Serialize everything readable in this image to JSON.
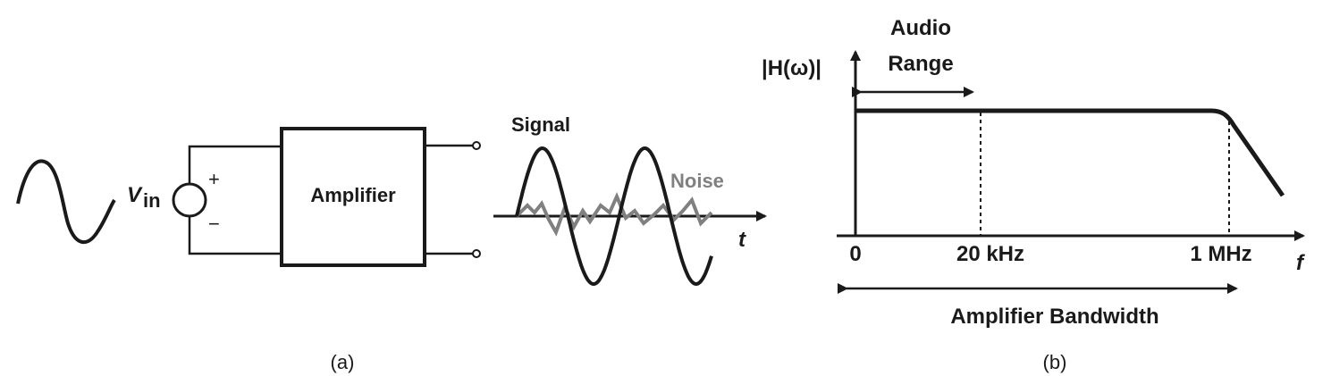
{
  "panel_a": {
    "source_label": "V",
    "source_subscript": "in",
    "plus_sign": "+",
    "minus_sign": "−",
    "block_label": "Amplifier",
    "signal_label": "Signal",
    "noise_label": "Noise",
    "time_axis_label": "t",
    "caption": "(a)"
  },
  "panel_b": {
    "y_axis_label": "|H(ω)|",
    "audio_label_line1": "Audio",
    "audio_label_line2": "Range",
    "tick_zero": "0",
    "tick_20k": "20 kHz",
    "tick_1m": "1 MHz",
    "x_axis_label": "f",
    "bandwidth_label": "Amplifier Bandwidth",
    "caption": "(b)"
  },
  "colors": {
    "ink": "#1a1a1a",
    "noise": "#808080"
  }
}
